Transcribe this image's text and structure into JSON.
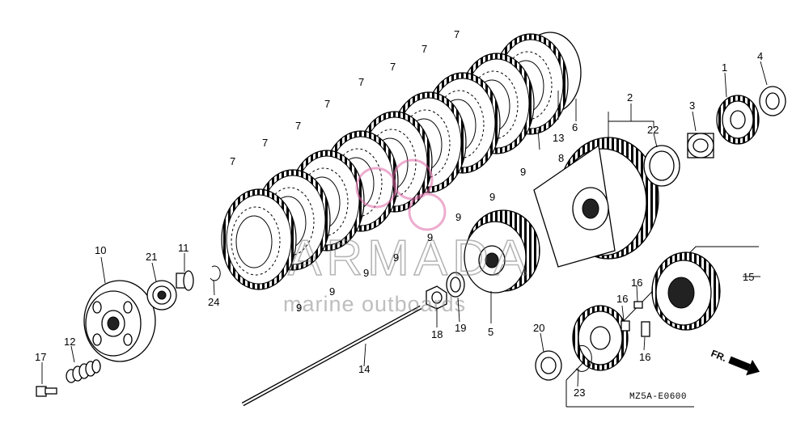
{
  "diagram": {
    "code": "MZ5A-E0600",
    "direction_label": "FR.",
    "watermark": {
      "brand": "ARMADA",
      "tagline": "marine outboards",
      "accent_color": "#e06aa8"
    },
    "callouts": {
      "c1": "1",
      "c2": "2",
      "c3": "3",
      "c4": "4",
      "c5": "5",
      "c6": "6",
      "c7a": "7",
      "c7b": "7",
      "c7c": "7",
      "c7d": "7",
      "c7e": "7",
      "c7f": "7",
      "c7g": "7",
      "c7h": "7",
      "c8": "8",
      "c9a": "9",
      "c9b": "9",
      "c9c": "9",
      "c9d": "9",
      "c9e": "9",
      "c9f": "9",
      "c9g": "9",
      "c9h": "9",
      "c10": "10",
      "c11": "11",
      "c12": "12",
      "c13": "13",
      "c14": "14",
      "c15": "15",
      "c16a": "16",
      "c16b": "16",
      "c16c": "16",
      "c17": "17",
      "c18": "18",
      "c19": "19",
      "c20": "20",
      "c21": "21",
      "c22": "22",
      "c23": "23",
      "c24": "24"
    }
  }
}
